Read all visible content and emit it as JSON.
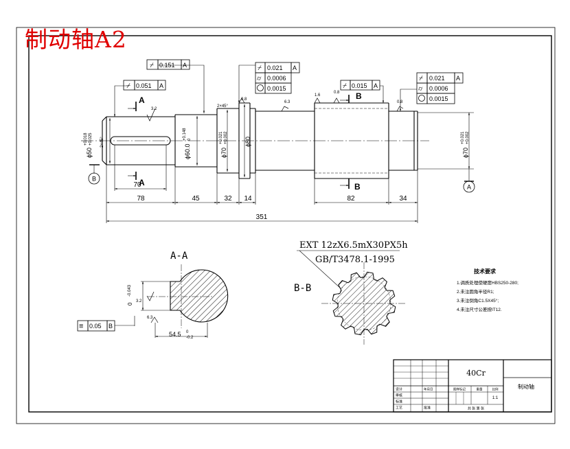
{
  "title": "制动轴A2",
  "drawing": {
    "fcf": {
      "top_left_tol": "0.151",
      "top_left_datum": "A",
      "left_tol": "0.051",
      "left_datum": "A",
      "mid_tol1": "0.021",
      "mid_datum1": "A",
      "mid_tol2": "0.0006",
      "mid_tol3": "0.0015",
      "spline_tol": "0.015",
      "spline_datum": "A",
      "right_tol1": "0.021",
      "right_datum1": "A",
      "right_tol2": "0.0006",
      "right_tol3": "0.0015",
      "aa_tol": "0.05",
      "aa_datum": "B"
    },
    "roughness": {
      "r1": "3.2",
      "r2": "0.8",
      "r3": "6.3",
      "r4": "1.6",
      "r5": "0.8",
      "r6": "0.8",
      "r7": "3.2",
      "r8": "6.3"
    },
    "chamfer": "2×45°",
    "chamfer_left": "2×45°",
    "dims": {
      "d50": "ϕ50",
      "d50_tol_up": "+0.018",
      "d50_tol_low": "+0.025",
      "d60": "ϕ60.0",
      "d60_tol_up": "+0.148",
      "d60_tol_low": "0",
      "d70a": "ϕ70",
      "d70a_tol_up": "+0.021",
      "d70a_tol_low": "+0.002",
      "d80": "ϕ80",
      "d70b": "ϕ70",
      "d70b_tol_up": "+0.021",
      "d70b_tol_low": "+0.002",
      "l70": "70",
      "l78": "78",
      "l45": "45",
      "l32": "32",
      "l14": "14",
      "l82": "82",
      "l34": "34",
      "l351": "351",
      "aa_depth": "54.5",
      "aa_depth_tol": "-0.2",
      "aa_depth_p": "0",
      "key_w": "0",
      "key_w_tol": "-0.043"
    },
    "labels": {
      "sec_a": "A",
      "sec_b": "B",
      "datum_a": "A",
      "datum_b": "B",
      "view_aa": "A-A",
      "view_bb": "B-B",
      "spline_spec": "EXT 12zX6.5mX30PX5h",
      "spline_std": "GB/T3478.1-1995"
    },
    "notes": {
      "heading": "技术要求",
      "items": [
        "1.调质处理使硬度HBS250-280;",
        "2.未注圆角半径R1;",
        "3.未注倒角C1.5X45°;",
        "4.未注尺寸公差按IT12."
      ]
    },
    "title_block": {
      "material": "40Cr",
      "part_name": "制动轴",
      "scale": "1:1",
      "rows": [
        "设计",
        "审核",
        "标准",
        "工艺"
      ],
      "date": "年月日",
      "headers": [
        "图样标记",
        "重量",
        "比例"
      ],
      "footer": "共 张 第 张",
      "approve": "批准"
    }
  }
}
